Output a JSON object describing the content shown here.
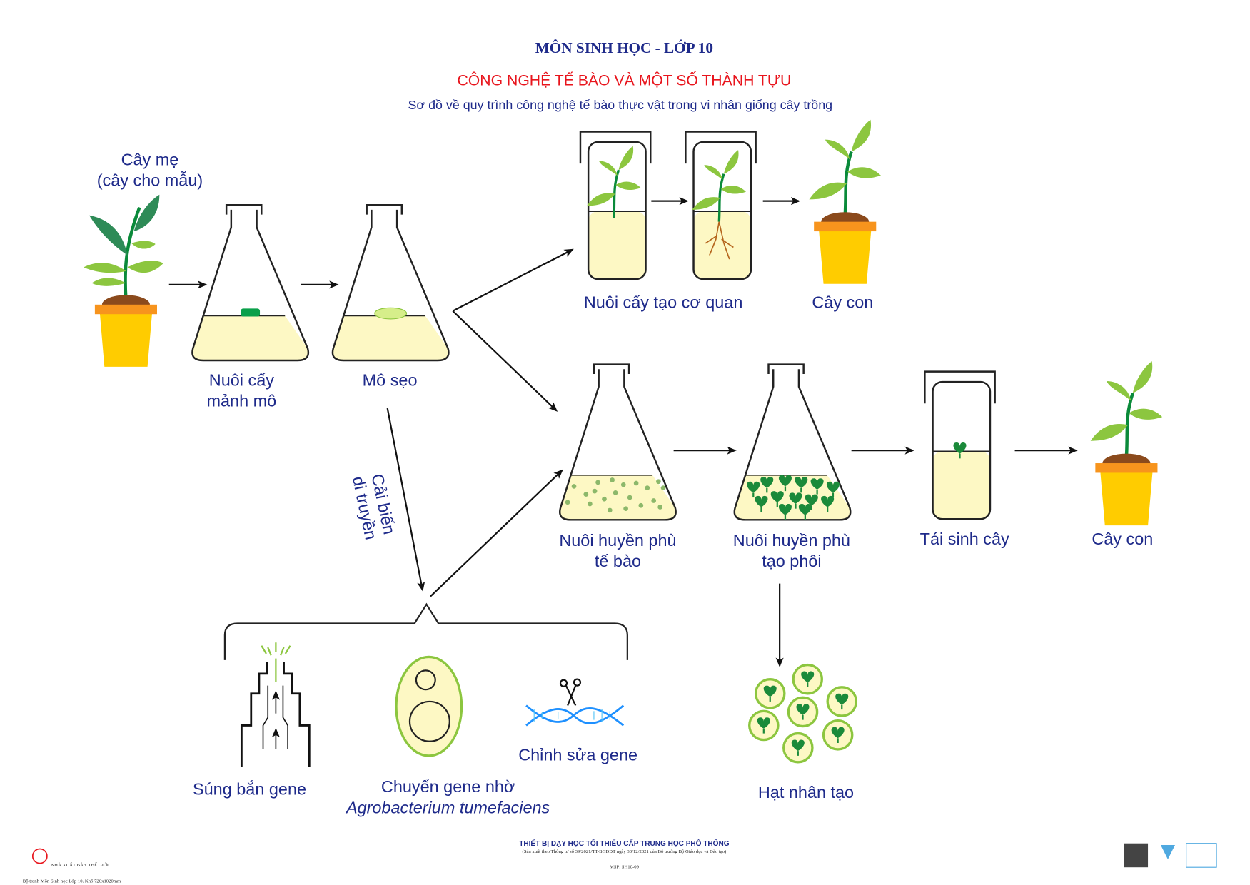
{
  "header": {
    "subject": "MÔN SINH HỌC - LỚP 10",
    "title": "CÔNG NGHỆ TẾ BÀO VÀ MỘT SỐ THÀNH TỰU",
    "subtitle": "Sơ đồ về quy trình công nghệ tế bào thực vật trong vi nhân giống cây trồng"
  },
  "labels": {
    "mother_plant_1": "Cây mẹ",
    "mother_plant_2": "(cây cho mẫu)",
    "tissue_culture_1": "Nuôi cấy",
    "tissue_culture_2": "mảnh mô",
    "callus": "Mô sẹo",
    "organ_culture": "Nuôi cấy tạo cơ quan",
    "seedling_top": "Cây con",
    "cell_suspension_1": "Nuôi huyền phù",
    "cell_suspension_2": "tế bào",
    "embryo_suspension_1": "Nuôi huyền phù",
    "embryo_suspension_2": "tạo phôi",
    "regeneration": "Tái sinh cây",
    "seedling_bottom": "Cây con",
    "genetic_mod_1": "Cải biến",
    "genetic_mod_2": "di truyền",
    "gene_gun": "Súng bắn gene",
    "agro_1": "Chuyển gene nhờ",
    "agro_2": "Agrobacterium  tumefaciens",
    "gene_editing": "Chỉnh sửa gene",
    "artificial_seed": "Hạt nhân tạo"
  },
  "footer": {
    "line1": "THIẾT BỊ DẠY HỌC TỐI THIỂU CẤP TRUNG HỌC PHỔ THÔNG",
    "line2": "(Sản xuất theo Thông tư số 39/2021/TT-BGDĐT ngày 30/12/2021 của Bộ trưởng Bộ Giáo dục và Đào tạo)",
    "code": "MSP: SH10-09",
    "publisher": "NHÀ XUẤT BẢN THẾ GIỚI",
    "print_note": "Bộ tranh Môn Sinh học Lớp 10. Khổ 720x1020mm"
  },
  "colors": {
    "navy": "#1e2a8a",
    "red": "#e8141c",
    "medium": "#fdf8c4",
    "leaf": "#8cc63f",
    "stem": "#0a8a3a",
    "pot": "#ffcc00",
    "rim": "#f7941d"
  }
}
